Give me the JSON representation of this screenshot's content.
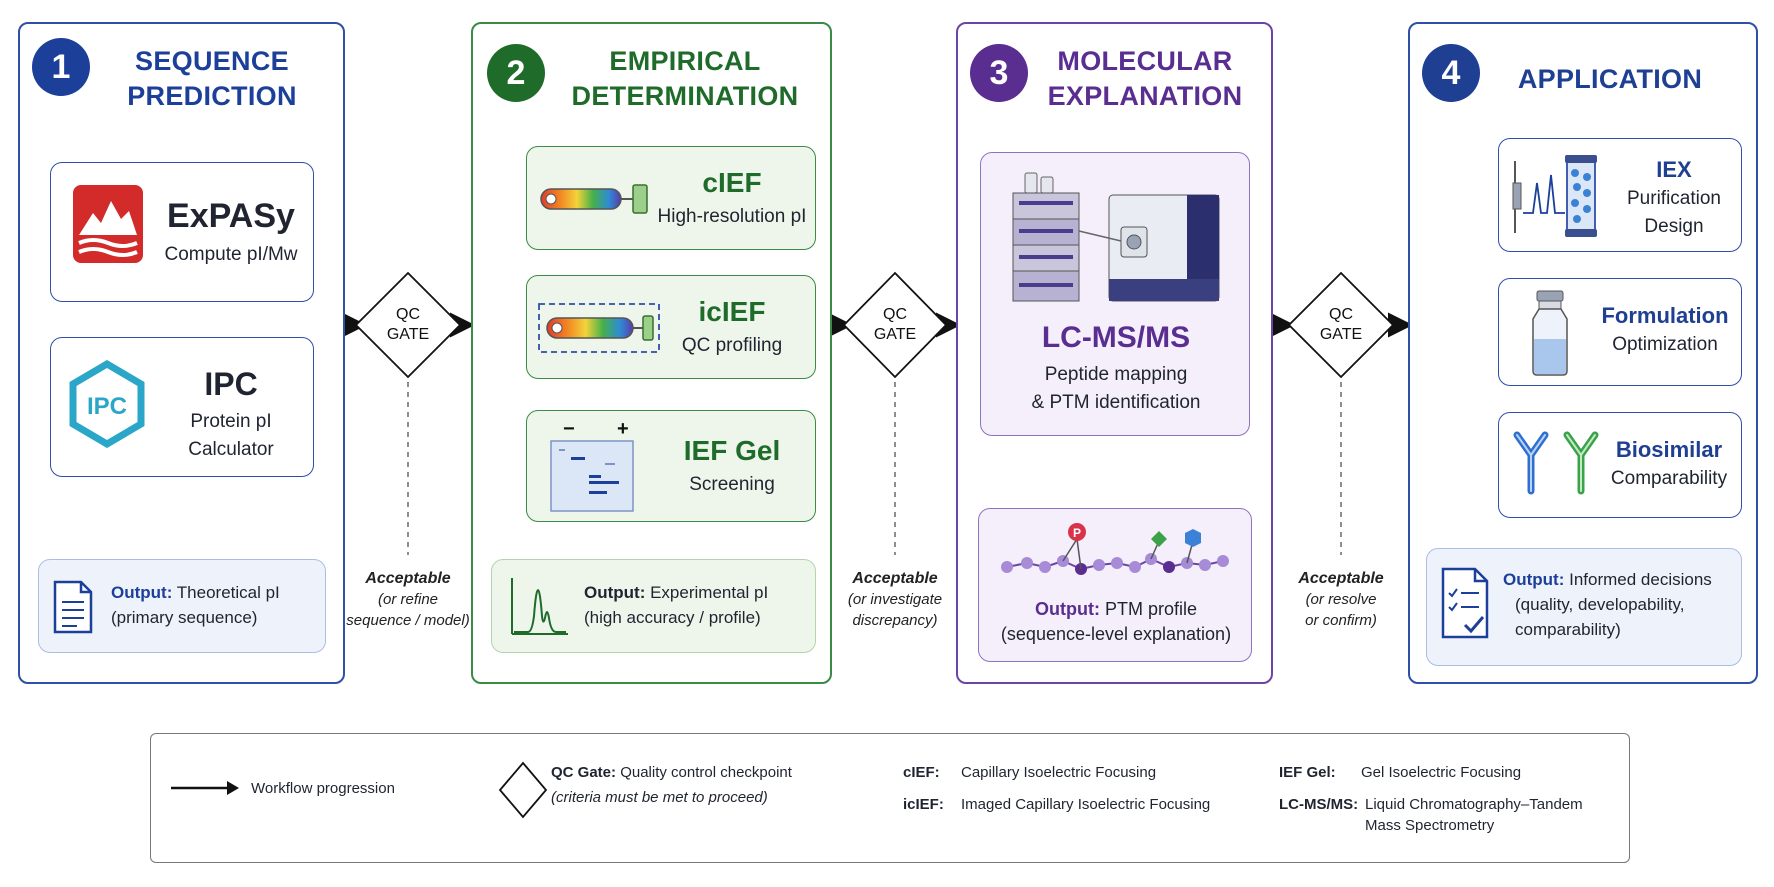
{
  "stages": [
    {
      "num": "1",
      "title_line1": "SEQUENCE",
      "title_line2": "PREDICTION"
    },
    {
      "num": "2",
      "title_line1": "EMPIRICAL",
      "title_line2": "DETERMINATION"
    },
    {
      "num": "3",
      "title_line1": "MOLECULAR",
      "title_line2": "EXPLANATION"
    },
    {
      "num": "4",
      "title_line1": "APPLICATION",
      "title_line2": ""
    }
  ],
  "stage1": {
    "expasy": {
      "name": "ExPASy",
      "desc": "Compute pI/Mw"
    },
    "ipc": {
      "name": "IPC",
      "logo": "IPC",
      "desc_line1": "Protein pI",
      "desc_line2": "Calculator"
    },
    "output": {
      "label": "Output:",
      "value": "Theoretical pI",
      "line2": "(primary sequence)"
    }
  },
  "stage2": {
    "cief": {
      "name": "cIEF",
      "desc": "High-resolution pI"
    },
    "icief": {
      "name": "icIEF",
      "desc": "QC profiling"
    },
    "iefgel": {
      "name": "IEF Gel",
      "desc": "Screening",
      "minus": "−",
      "plus": "+"
    },
    "output": {
      "label": "Output:",
      "value": "Experimental pI",
      "line2": "(high accuracy / profile)"
    }
  },
  "stage3": {
    "lcms": {
      "name": "LC-MS/MS",
      "desc_line1": "Peptide mapping",
      "desc_line2": "& PTM identification"
    },
    "ptm_marker": "P",
    "output": {
      "label": "Output:",
      "value": "PTM profile",
      "line2": "(sequence-level explanation)"
    }
  },
  "stage4": {
    "iex": {
      "name": "IEX",
      "desc_line1": "Purification",
      "desc_line2": "Design"
    },
    "formulation": {
      "name": "Formulation",
      "desc": "Optimization"
    },
    "biosimilar": {
      "name": "Biosimilar",
      "desc": "Comparability"
    },
    "output": {
      "label": "Output:",
      "value": "Informed decisions",
      "line2": "(quality, developability,",
      "line3": "comparability)"
    }
  },
  "gates": [
    {
      "line1": "QC",
      "line2": "GATE",
      "accept": "Acceptable",
      "note_line1": "(or refine",
      "note_line2": "sequence / model)"
    },
    {
      "line1": "QC",
      "line2": "GATE",
      "accept": "Acceptable",
      "note_line1": "(or investigate",
      "note_line2": "discrepancy)"
    },
    {
      "line1": "QC",
      "line2": "GATE",
      "accept": "Acceptable",
      "note_line1": "(or resolve",
      "note_line2": "or confirm)"
    }
  ],
  "legend": {
    "arrow_label": "Workflow progression",
    "gate_label": "QC Gate:",
    "gate_desc": "Quality control checkpoint",
    "gate_note": "(criteria must be met to proceed)",
    "cief_abbr": "cIEF:",
    "cief_full": "Capillary Isoelectric Focusing",
    "icief_abbr": "icIEF:",
    "icief_full": "Imaged Capillary Isoelectric Focusing",
    "gel_abbr": "IEF Gel:",
    "gel_full": "Gel Isoelectric Focusing",
    "lcms_abbr": "LC-MS/MS:",
    "lcms_full_line1": "Liquid Chromatography–Tandem",
    "lcms_full_line2": "Mass Spectrometry"
  },
  "colors": {
    "blue": "#1c3f9a",
    "green": "#1f6b2a",
    "purple": "#5a2d91",
    "darkblue": "#1f3f93",
    "blue_border": "#2f4fa8",
    "green_border": "#3b8a46",
    "purple_border": "#6b45a6",
    "green_fill": "#eef6ec",
    "purple_fill": "#f4effa",
    "blue_fill": "#eef3fb"
  }
}
